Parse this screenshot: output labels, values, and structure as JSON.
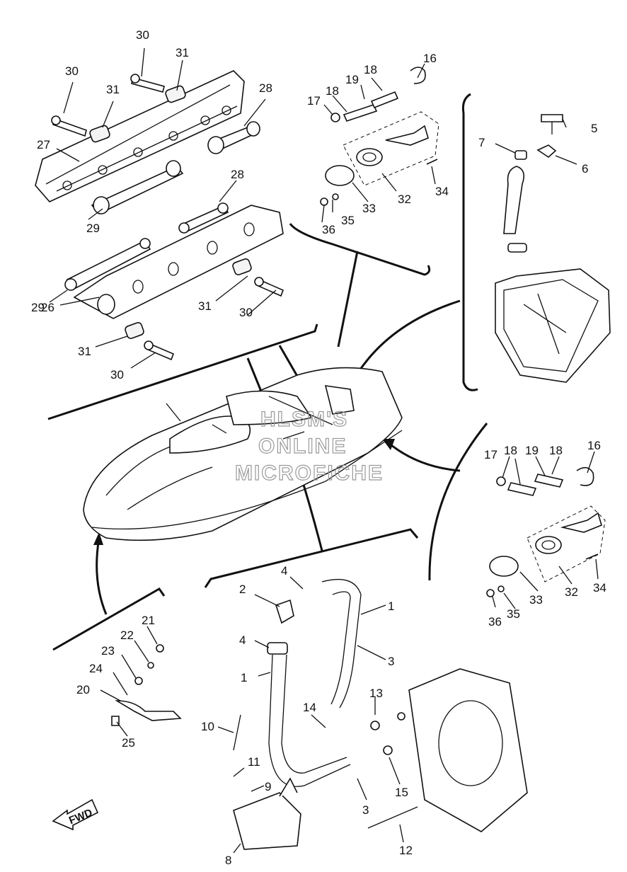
{
  "watermark": [
    "HLSM'S",
    "ONLINE",
    "MICROFICHE"
  ],
  "fwd_label": "FWD",
  "callouts": [
    {
      "id": "c30a",
      "text": "30"
    },
    {
      "id": "c31a",
      "text": "31"
    },
    {
      "id": "c30b",
      "text": "30"
    },
    {
      "id": "c31b",
      "text": "31"
    },
    {
      "id": "c28a",
      "text": "28"
    },
    {
      "id": "c27",
      "text": "27"
    },
    {
      "id": "c29a",
      "text": "29"
    },
    {
      "id": "c28b",
      "text": "28"
    },
    {
      "id": "c29b",
      "text": "29"
    },
    {
      "id": "c26",
      "text": "26"
    },
    {
      "id": "c31c",
      "text": "31"
    },
    {
      "id": "c30c",
      "text": "30"
    },
    {
      "id": "c31d",
      "text": "31"
    },
    {
      "id": "c30d",
      "text": "30"
    },
    {
      "id": "c16a",
      "text": "16"
    },
    {
      "id": "c18a",
      "text": "18"
    },
    {
      "id": "c19a",
      "text": "19"
    },
    {
      "id": "c18b",
      "text": "18"
    },
    {
      "id": "c17a",
      "text": "17"
    },
    {
      "id": "c32a",
      "text": "32"
    },
    {
      "id": "c33a",
      "text": "33"
    },
    {
      "id": "c34a",
      "text": "34"
    },
    {
      "id": "c35a",
      "text": "35"
    },
    {
      "id": "c36a",
      "text": "36"
    },
    {
      "id": "c5",
      "text": "5"
    },
    {
      "id": "c7",
      "text": "7"
    },
    {
      "id": "c6",
      "text": "6"
    },
    {
      "id": "c17b",
      "text": "17"
    },
    {
      "id": "c18c",
      "text": "18"
    },
    {
      "id": "c19b",
      "text": "19"
    },
    {
      "id": "c18d",
      "text": "18"
    },
    {
      "id": "c16b",
      "text": "16"
    },
    {
      "id": "c32b",
      "text": "32"
    },
    {
      "id": "c33b",
      "text": "33"
    },
    {
      "id": "c34b",
      "text": "34"
    },
    {
      "id": "c35b",
      "text": "35"
    },
    {
      "id": "c36b",
      "text": "36"
    },
    {
      "id": "c21",
      "text": "21"
    },
    {
      "id": "c22",
      "text": "22"
    },
    {
      "id": "c23",
      "text": "23"
    },
    {
      "id": "c24",
      "text": "24"
    },
    {
      "id": "c20",
      "text": "20"
    },
    {
      "id": "c25",
      "text": "25"
    },
    {
      "id": "c2",
      "text": "2"
    },
    {
      "id": "c4a",
      "text": "4"
    },
    {
      "id": "c1a",
      "text": "1"
    },
    {
      "id": "c4b",
      "text": "4"
    },
    {
      "id": "c3a",
      "text": "3"
    },
    {
      "id": "c1b",
      "text": "1"
    },
    {
      "id": "c13",
      "text": "13"
    },
    {
      "id": "c14",
      "text": "14"
    },
    {
      "id": "c10",
      "text": "10"
    },
    {
      "id": "c11",
      "text": "11"
    },
    {
      "id": "c9",
      "text": "9"
    },
    {
      "id": "c15",
      "text": "15"
    },
    {
      "id": "c3b",
      "text": "3"
    },
    {
      "id": "c12",
      "text": "12"
    },
    {
      "id": "c8",
      "text": "8"
    }
  ]
}
